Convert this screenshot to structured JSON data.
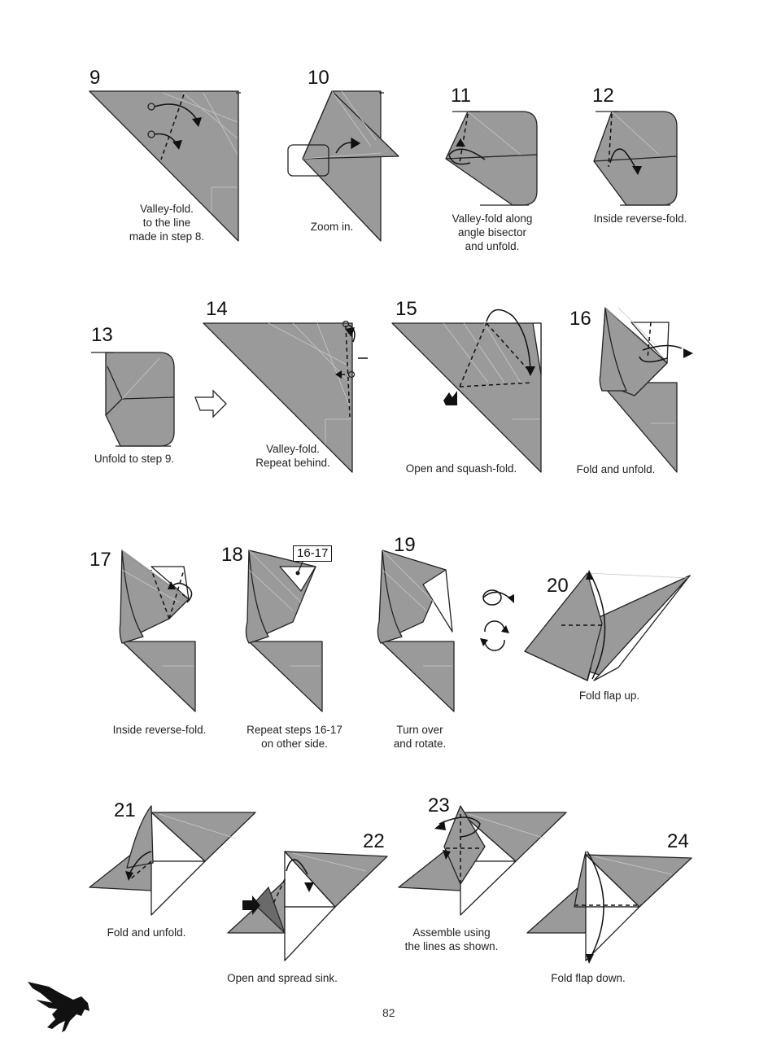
{
  "steps": [
    {
      "num": "9",
      "caption": "Valley-fold.\nto the line\nmade in step 8."
    },
    {
      "num": "10",
      "caption": "Zoom in."
    },
    {
      "num": "11",
      "caption": "Valley-fold along\nangle bisector\nand unfold."
    },
    {
      "num": "12",
      "caption": "Inside reverse-fold."
    },
    {
      "num": "13",
      "caption": "Unfold to step 9."
    },
    {
      "num": "14",
      "caption": "Valley-fold.\nRepeat behind."
    },
    {
      "num": "15",
      "caption": "Open and squash-fold."
    },
    {
      "num": "16",
      "caption": "Fold and unfold."
    },
    {
      "num": "17",
      "caption": "Inside reverse-fold."
    },
    {
      "num": "18",
      "caption": "Repeat steps 16-17\non other side.",
      "ref": "16-17"
    },
    {
      "num": "19",
      "caption": "Turn over\nand rotate."
    },
    {
      "num": "20",
      "caption": "Fold flap up."
    },
    {
      "num": "21",
      "caption": "Fold and unfold."
    },
    {
      "num": "22",
      "caption": "Open and spread sink."
    },
    {
      "num": "23",
      "caption": "Assemble using\nthe lines as shown."
    },
    {
      "num": "24",
      "caption": "Fold flap down."
    }
  ],
  "page_number": "82",
  "icons": {
    "logo": "pegasus-silhouette-icon",
    "turn_over": "turn-over-icon",
    "rotate": "rotate-icon",
    "next": "hollow-arrow-icon"
  },
  "colors": {
    "paper": "#9a9a9a",
    "line": "#222222",
    "background": "#ffffff"
  }
}
